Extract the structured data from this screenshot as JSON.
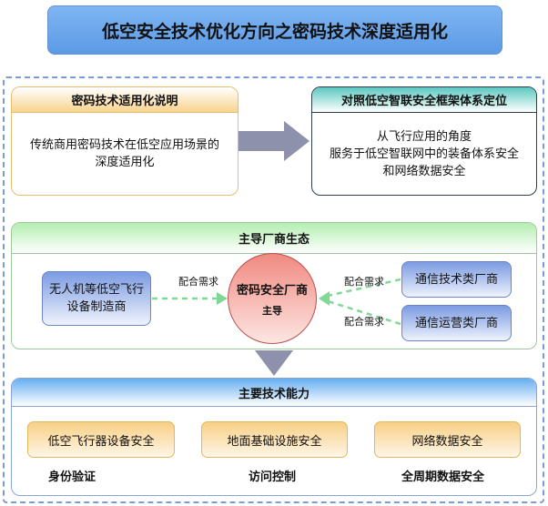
{
  "title": "低空安全技术优化方向之密码技术深度适用化",
  "left_card": {
    "header": "密码技术适用化说明",
    "lines": [
      "传统商用密码技术在低空应用场景的",
      "深度适用化"
    ]
  },
  "right_card": {
    "header": "对照低空智联安全框架体系定位",
    "lines": [
      "从飞行应用的角度",
      "服务于低空智联网中的装备体系安全",
      "和网络数据安全"
    ]
  },
  "ecosystem": {
    "header": "主导厂商生态",
    "manufacturer": [
      "无人机等低空飞行",
      "设备制造商"
    ],
    "center": {
      "name": "密码安全厂商",
      "role": "主导"
    },
    "vendors": [
      "通信技术类厂商",
      "通信运营类厂商"
    ],
    "edge_label": "配合需求"
  },
  "capabilities": {
    "header": "主要技术能力",
    "items": [
      {
        "box": "低空飞行器设备安全",
        "label": "身份验证"
      },
      {
        "box": "地面基础设施安全",
        "label": "访问控制"
      },
      {
        "box": "网络数据安全",
        "label": "全周期数据安全"
      }
    ]
  }
}
